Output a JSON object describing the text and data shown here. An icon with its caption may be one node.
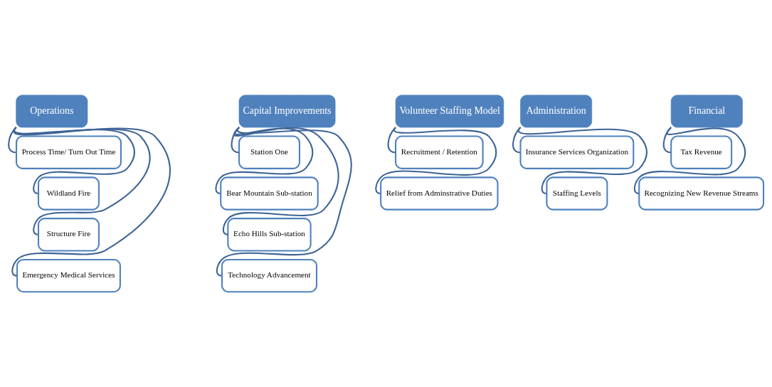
{
  "diagram": {
    "nodes": [
      {
        "text": [
          "Operations"
        ]
      },
      {
        "text": [
          "Process Time/ Turn Out Time"
        ]
      },
      {
        "text": [
          "Wildland Fire"
        ]
      },
      {
        "text": [
          "Structure Fire"
        ]
      },
      {
        "text": [
          "Emergency Medical Services"
        ]
      },
      {
        "text": [
          "Capital Improvements"
        ]
      },
      {
        "text": [
          "Station One"
        ]
      },
      {
        "text": [
          "Bear Mountain Sub-station"
        ]
      },
      {
        "text": [
          "Echo Hills Sub-station"
        ]
      },
      {
        "text": [
          "Technology Advancement"
        ]
      },
      {
        "text": [
          "Volunteer Staffing Model"
        ]
      },
      {
        "text": [
          "Recruitment / Retention"
        ]
      },
      {
        "text": [
          "Relief from Adminstrative Duties"
        ]
      },
      {
        "text": [
          "Administration"
        ]
      },
      {
        "text": [
          "Insurance Services Organization"
        ]
      },
      {
        "text": [
          "Staffing Levels"
        ]
      },
      {
        "text": [
          "Financial"
        ]
      },
      {
        "text": [
          "Tax Revenue"
        ]
      },
      {
        "text": [
          "Recognizing New Revenue Streams"
        ]
      }
    ],
    "edges": [
      {
        "from": 0,
        "to": 1,
        "arrow": "none"
      },
      {
        "from": 0,
        "to": 2,
        "arrow": "none"
      },
      {
        "from": 0,
        "to": 3,
        "arrow": "none"
      },
      {
        "from": 0,
        "to": 4,
        "arrow": "none"
      },
      {
        "from": 5,
        "to": 6,
        "arrow": "none"
      },
      {
        "from": 5,
        "to": 7,
        "arrow": "none"
      },
      {
        "from": 5,
        "to": 8,
        "arrow": "none"
      },
      {
        "from": 5,
        "to": 9,
        "arrow": "none"
      },
      {
        "from": 10,
        "to": 11,
        "arrow": "none"
      },
      {
        "from": 10,
        "to": 12,
        "arrow": "none"
      },
      {
        "from": 13,
        "to": 14,
        "arrow": "none"
      },
      {
        "from": 13,
        "to": 15,
        "arrow": "none"
      },
      {
        "from": 16,
        "to": 17,
        "arrow": "none"
      },
      {
        "from": 16,
        "to": 18,
        "arrow": "none"
      }
    ]
  }
}
